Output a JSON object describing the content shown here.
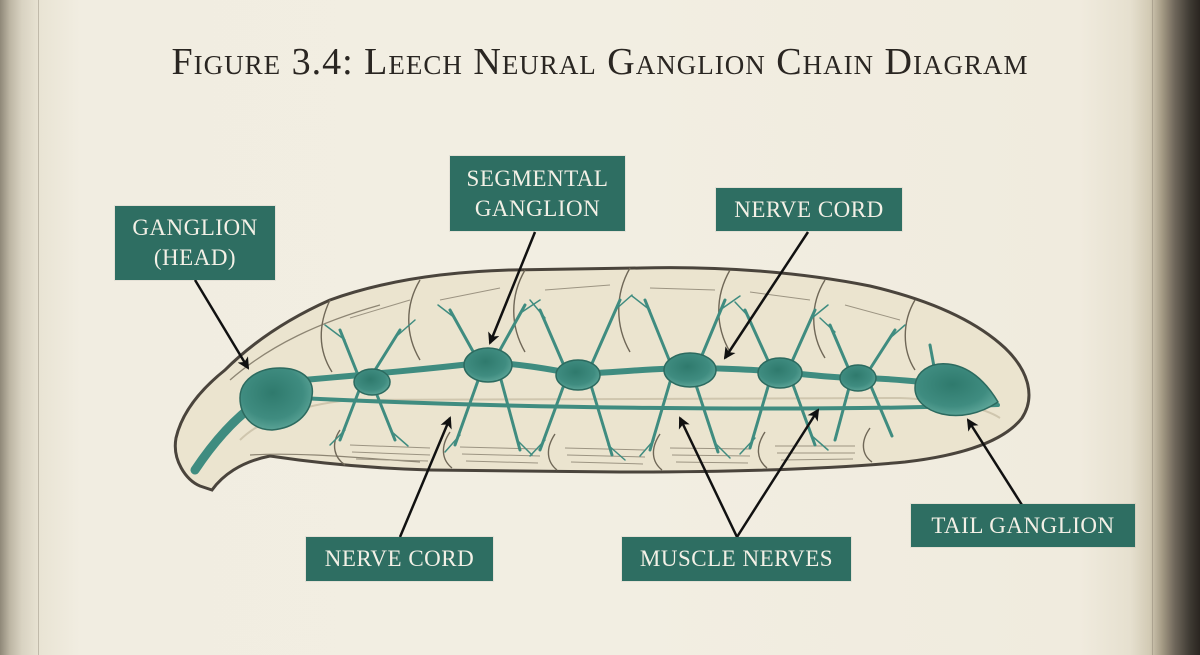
{
  "figure": {
    "title": "Figure 3.4: Leech Neural Ganglion Chain Diagram"
  },
  "labels": {
    "ganglion_head": "GANGLION\n(HEAD)",
    "segmental_ganglion": "SEGMENTAL\nGANGLION",
    "nerve_cord_top": "NERVE CORD",
    "nerve_cord_bottom": "NERVE CORD",
    "muscle_nerves": "MUSCLE NERVES",
    "tail_ganglion": "TAIL GANGLION"
  },
  "colors": {
    "label_background": "#2e6e62",
    "label_text": "#f3f0e6",
    "nerve_teal": "#3f8c80",
    "body_outline": "#4a443c",
    "body_fill": "#ebe4cf",
    "paper": "#f1ede1"
  }
}
